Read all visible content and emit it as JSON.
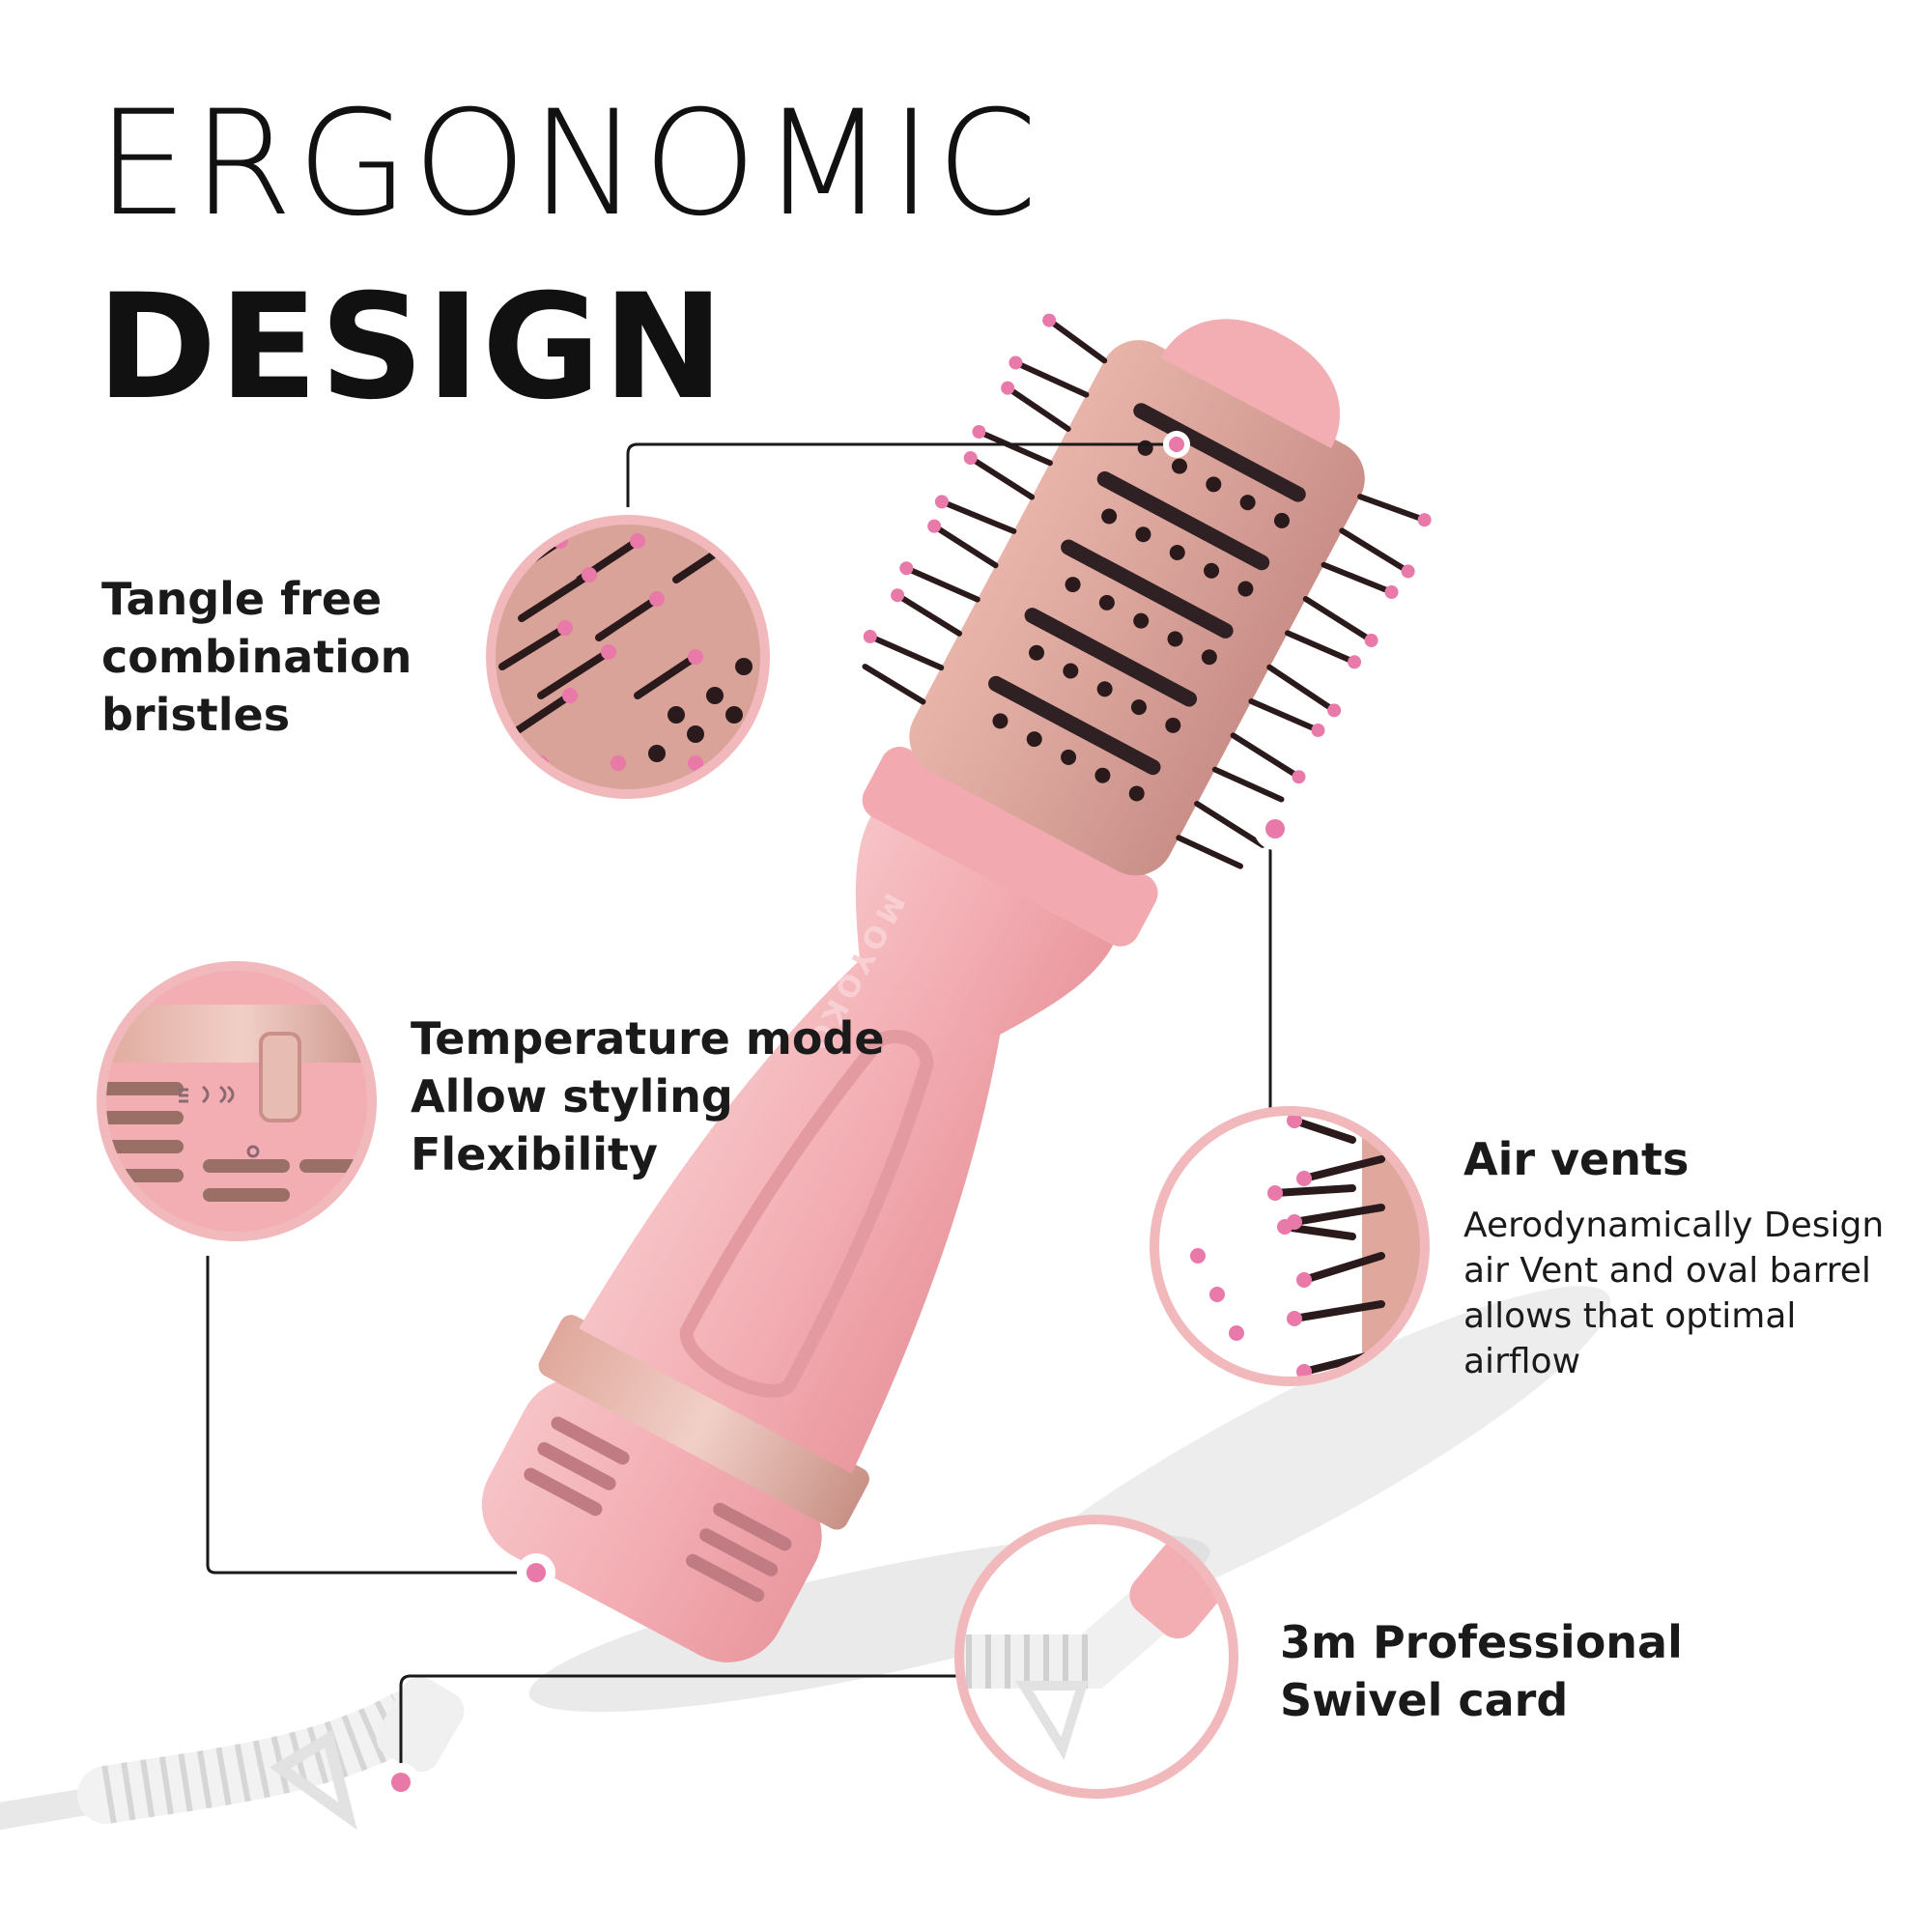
{
  "title": {
    "line1": "ERGONOMIC",
    "line2": "DESIGN"
  },
  "brand": "MOYOKO",
  "features": {
    "bristles": {
      "lines": [
        "Tangle free",
        "combination",
        "bristles"
      ]
    },
    "temperature": {
      "lines": [
        "Temperature mode",
        "Allow styling",
        "Flexibility"
      ]
    },
    "air_vents": {
      "title": "Air vents",
      "lines": [
        "Aerodynamically Design",
        "air Vent and oval barrel",
        "allows that optimal",
        "airflow"
      ]
    },
    "cord": {
      "lines": [
        "3m Professional",
        "Swivel card"
      ]
    }
  },
  "colors": {
    "accent_pink": "#e879a8",
    "body_pink": "#f3aeb4",
    "rose_gold": "#d9a39a",
    "callout_ring": "#f2b9bc",
    "bristle_dark": "#2a1a1c"
  }
}
